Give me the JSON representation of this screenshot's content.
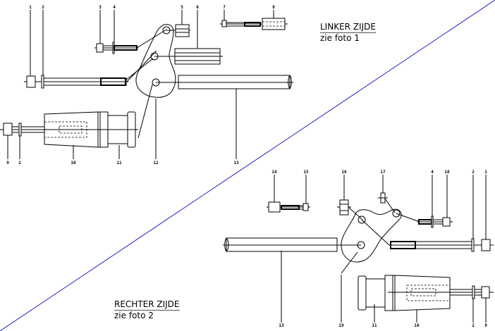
{
  "diagram": {
    "divider_color": "#2222cc",
    "left_side": {
      "title": "LINKER ZIJDE",
      "subtitle": "zie foto 1",
      "part_labels": [
        "1",
        "2",
        "3",
        "4",
        "5",
        "6",
        "7",
        "8",
        "9",
        "2",
        "10",
        "11",
        "12",
        "13"
      ]
    },
    "right_side": {
      "title": "RECHTER ZIJDE",
      "subtitle": "zie foto 2",
      "part_labels": [
        "14",
        "15",
        "16",
        "17",
        "4",
        "18",
        "2",
        "1",
        "13",
        "19",
        "11",
        "10",
        "2",
        "9"
      ]
    }
  }
}
